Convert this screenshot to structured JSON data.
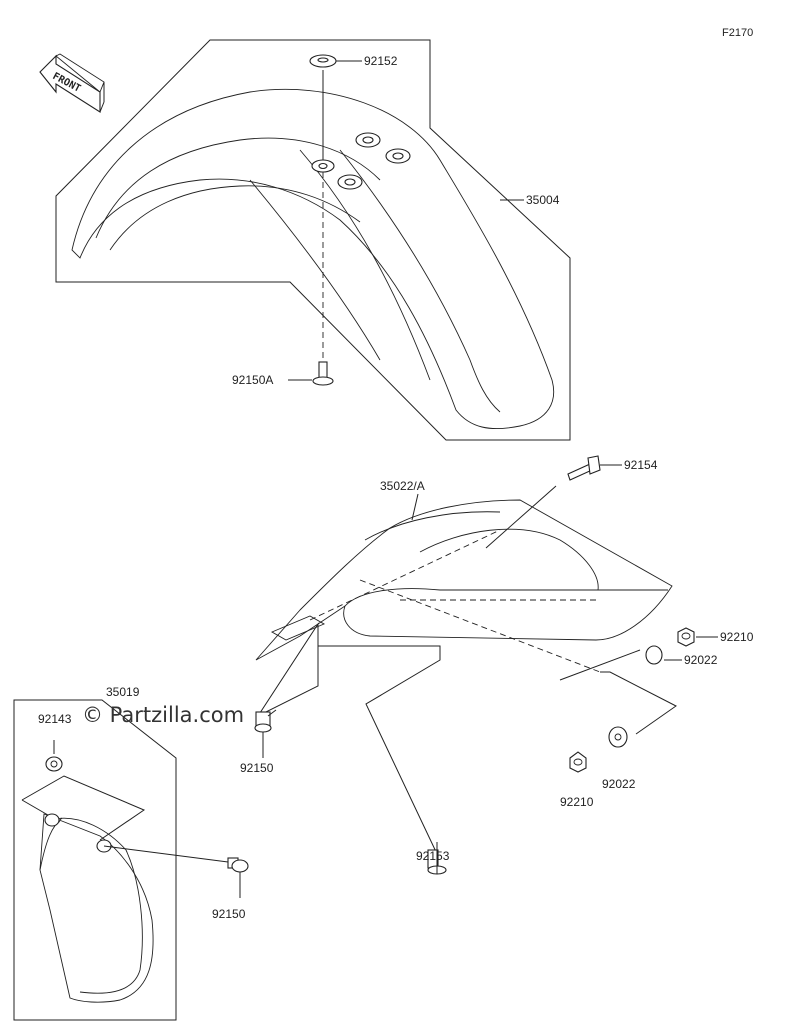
{
  "figure_code": "F2170",
  "front_label": "FRONT",
  "watermark": "© Partzilla.com",
  "parts": {
    "p92152": "92152",
    "p35004": "35004",
    "p92150A": "92150A",
    "p92154": "92154",
    "p35022A": "35022/A",
    "p92210_right": "92210",
    "p92022_right": "92022",
    "p35019": "35019",
    "p92143": "92143",
    "p92150_mid": "92150",
    "p92022_low": "92022",
    "p92210_low": "92210",
    "p92153": "92153",
    "p92150_low": "92150"
  }
}
